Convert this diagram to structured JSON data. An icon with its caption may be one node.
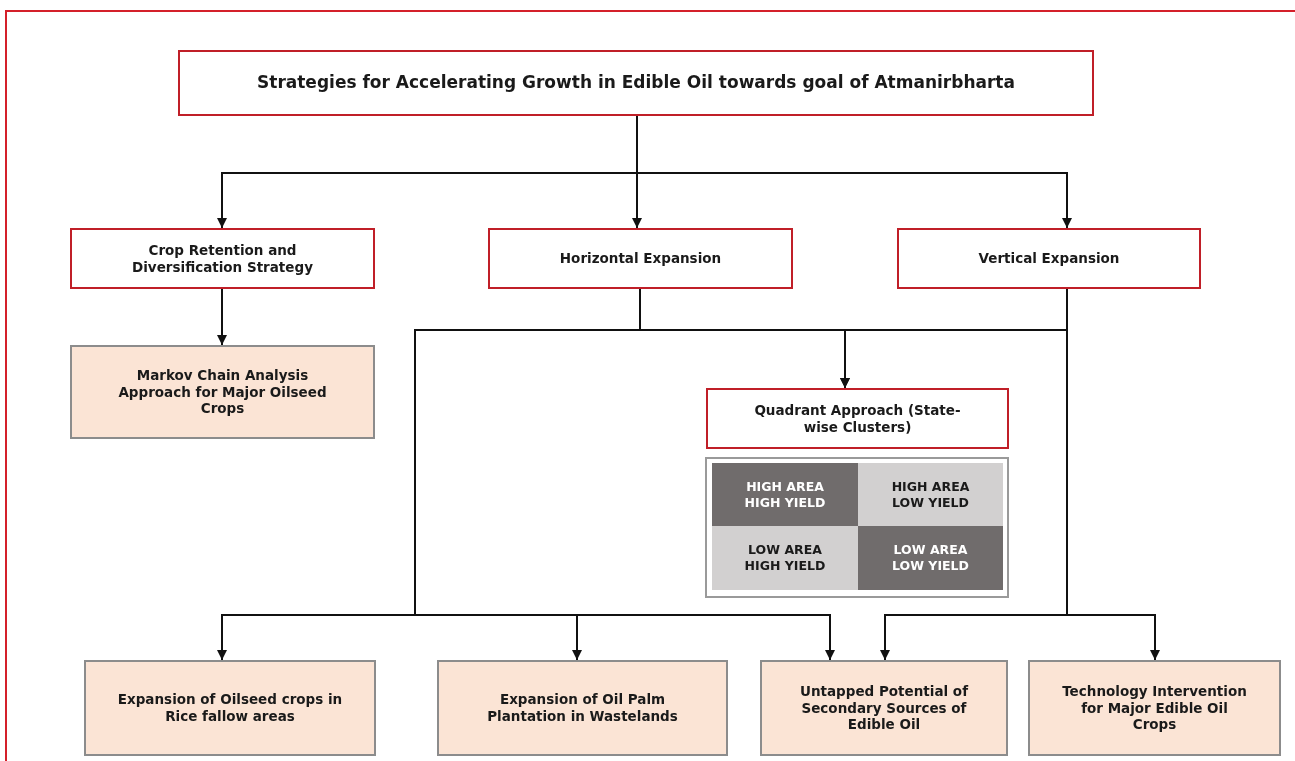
{
  "diagram": {
    "nodes": [
      {
        "text": [
          "Strategies for Accelerating Growth in Edible Oil towards goal of Atmanirbharta"
        ]
      },
      {
        "text": [
          "Crop Retention and Diversification Strategy"
        ]
      },
      {
        "text": [
          "Horizontal Expansion"
        ]
      },
      {
        "text": [
          "Vertical Expansion"
        ]
      },
      {
        "text": [
          "Markov Chain Analysis Approach for Major Oilseed Crops"
        ]
      },
      {
        "text": [
          "Quadrant Approach (State-wise Clusters)"
        ]
      },
      {
        "text": [],
        "shape": "box"
      },
      {
        "text": [
          "HIGH AREA HIGH YIELD"
        ],
        "in": 6
      },
      {
        "text": [
          "HIGH AREA LOW YIELD"
        ],
        "in": 6
      },
      {
        "text": [
          "LOW AREA HIGH YIELD"
        ],
        "in": 6
      },
      {
        "text": [
          "LOW AREA LOW YIELD"
        ],
        "in": 6
      },
      {
        "text": [
          "Expansion of Oilseed crops in Rice fallow areas"
        ]
      },
      {
        "text": [
          "Expansion of Oil Palm Plantation in Wastelands"
        ]
      },
      {
        "text": [
          "Untapped Potential of Secondary Sources of Edible Oil"
        ]
      },
      {
        "text": [
          "Technology Intervention for Major Edible Oil Crops"
        ]
      }
    ],
    "edges": [
      {
        "from": 0,
        "to": 1,
        "arrow": "to"
      },
      {
        "from": 0,
        "to": 2,
        "arrow": "to"
      },
      {
        "from": 0,
        "to": 3,
        "arrow": "to"
      },
      {
        "from": 1,
        "to": 4,
        "arrow": "to"
      },
      {
        "from": 2,
        "to": 5,
        "arrow": "to"
      },
      {
        "from": 3,
        "to": 5,
        "arrow": "to"
      },
      {
        "from": 2,
        "to": 11,
        "arrow": "to"
      },
      {
        "from": 2,
        "to": 12,
        "arrow": "to"
      },
      {
        "from": 2,
        "to": 13,
        "arrow": "to"
      },
      {
        "from": 3,
        "to": 13,
        "arrow": "to"
      },
      {
        "from": 3,
        "to": 14,
        "arrow": "to"
      }
    ]
  }
}
